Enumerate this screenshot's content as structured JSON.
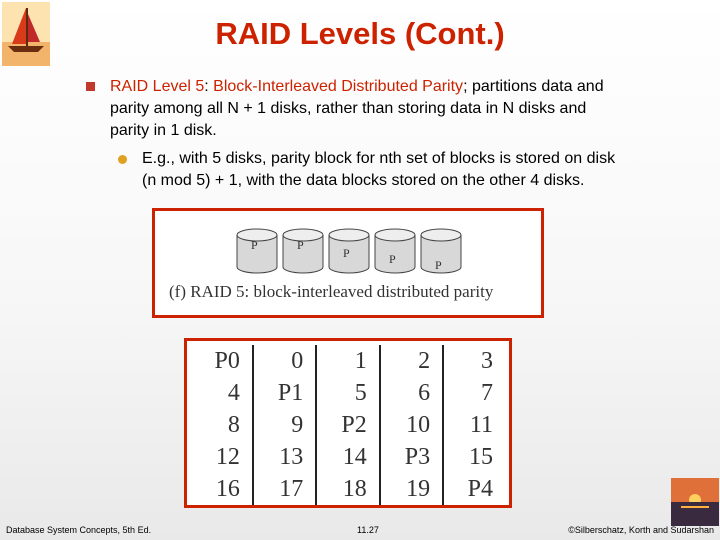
{
  "slide": {
    "title": "RAID Levels (Cont.)",
    "bullet": {
      "term": "RAID Level 5",
      "colon": ":",
      "desc_red": "Block-Interleaved Distributed Parity",
      "desc_rest_line1": "; partitions data and",
      "line2": "parity among all N + 1 disks, rather than storing data in N disks and",
      "line3": "parity in 1 disk."
    },
    "sub_bullet": {
      "line1": "E.g., with 5 disks, parity block for nth set of blocks is stored on disk",
      "line2": "(n mod 5) + 1, with the data blocks stored on the other 4 disks."
    },
    "figure": {
      "caption": "(f) RAID 5: block-interleaved distributed parity",
      "disk_label": "P"
    },
    "parity_table": [
      [
        "P0",
        "0",
        "1",
        "2",
        "3"
      ],
      [
        "4",
        "P1",
        "5",
        "6",
        "7"
      ],
      [
        "8",
        "9",
        "P2",
        "10",
        "11"
      ],
      [
        "12",
        "13",
        "14",
        "P3",
        "15"
      ],
      [
        "16",
        "17",
        "18",
        "19",
        "P4"
      ]
    ]
  },
  "footer": {
    "left": "Database System Concepts, 5th Ed.",
    "center": "11.27",
    "right": "©Silberschatz, Korth and Sudarshan"
  },
  "colors": {
    "accent": "#cc2200",
    "bullet": "#c0392b",
    "sub_bullet": "#e0a020"
  }
}
